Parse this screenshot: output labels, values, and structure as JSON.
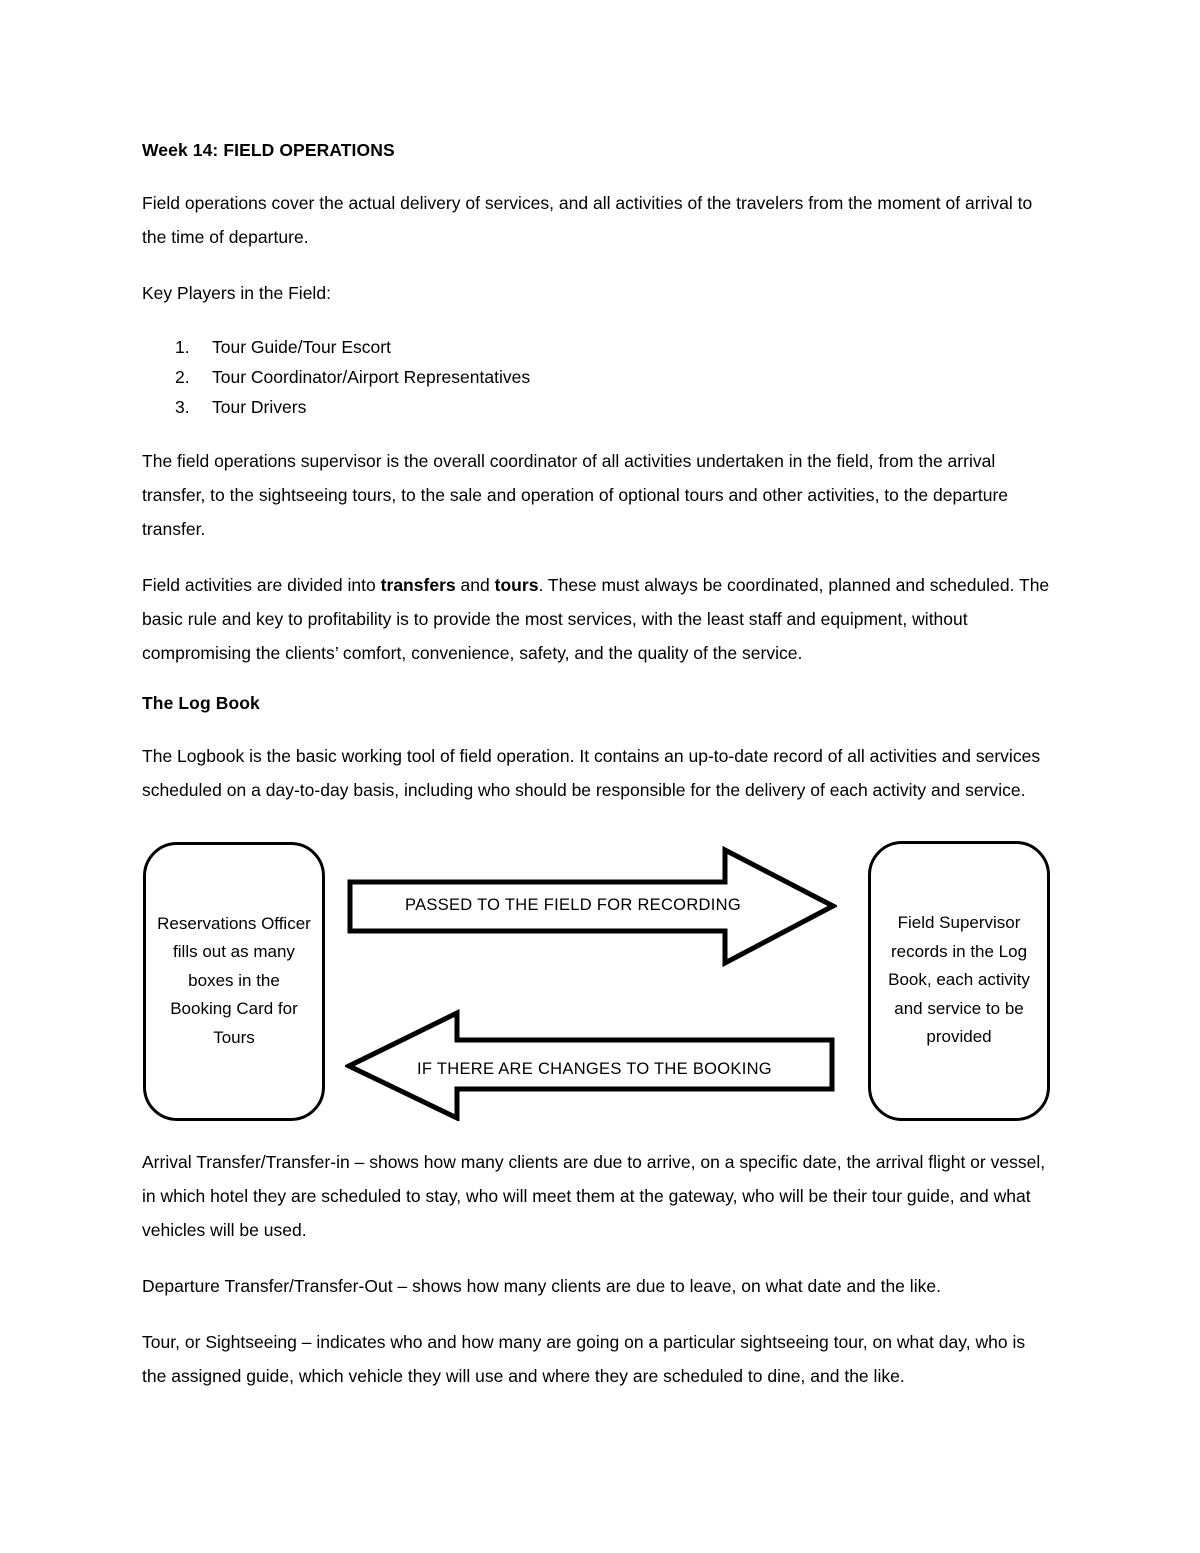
{
  "document": {
    "heading": "Week 14: FIELD OPERATIONS",
    "intro_paragraph": "Field operations cover the actual delivery of services, and all activities of the travelers from the moment of arrival to the time of departure.",
    "key_players_label": "Key Players in the Field:",
    "key_players": [
      {
        "number": "1.",
        "label": "Tour Guide/Tour Escort"
      },
      {
        "number": "2.",
        "label": "Tour Coordinator/Airport Representatives"
      },
      {
        "number": "3.",
        "label": "Tour Drivers"
      }
    ],
    "supervisor_paragraph": "The field operations supervisor is the overall coordinator of all activities undertaken in the field, from the arrival transfer, to the sightseeing tours, to the sale and operation of optional tours and other activities, to the departure transfer.",
    "field_activities": {
      "part1": "Field activities are divided into ",
      "bold1": "transfers",
      "part2": " and ",
      "bold2": "tours",
      "part3": ". These must always be coordinated, planned and scheduled. The basic rule and key to profitability is to provide the most services, with the least staff and equipment, without compromising the clients’ comfort, convenience, safety, and the quality of the service."
    },
    "log_book_heading": "The Log Book",
    "log_book_paragraph": "The Logbook is the basic working tool of field operation. It contains an up-to-date record of all activities and services scheduled on a day-to-day basis, including who should be responsible for the delivery of each activity and service.",
    "diagram": {
      "left_box": "Reservations Officer fills out as many boxes in the Booking Card for Tours",
      "right_box": "Field Supervisor records in the Log Book, each activity and service to be provided",
      "top_arrow_label": "PASSED TO THE FIELD FOR RECORDING",
      "bottom_arrow_label": "IF THERE ARE CHANGES TO THE BOOKING",
      "stroke_color": "#000000"
    },
    "arrival_transfer_paragraph": "Arrival Transfer/Transfer-in – shows how many clients are due to arrive, on a specific date, the arrival flight or vessel, in which hotel they are scheduled to stay, who will meet them at the gateway, who will be their tour guide, and what vehicles will be used.",
    "departure_transfer_paragraph": "Departure Transfer/Transfer-Out – shows how many clients are due to leave, on what date and the like.",
    "tour_sightseeing_paragraph": "Tour, or Sightseeing – indicates who and how many are going on a particular sightseeing tour, on what day, who is the assigned guide, which vehicle they will use and where they are scheduled to dine, and the like."
  }
}
